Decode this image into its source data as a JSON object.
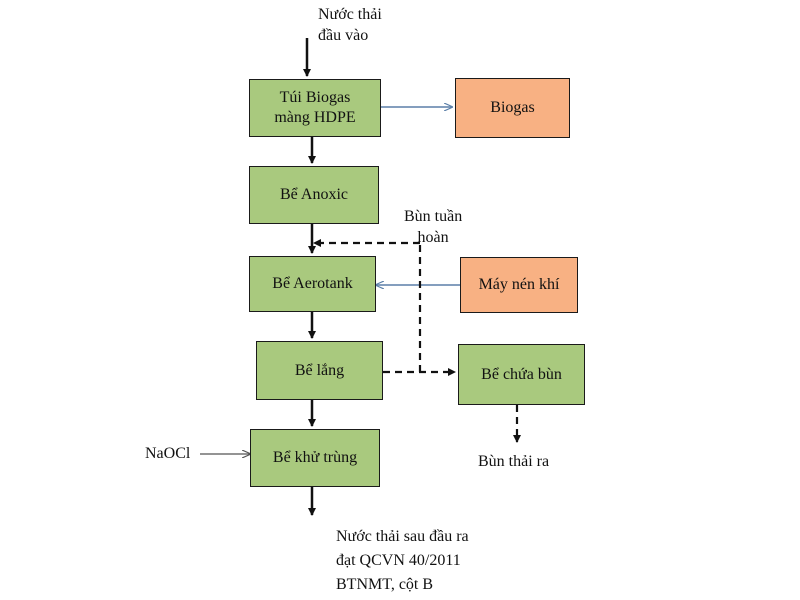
{
  "colors": {
    "process_fill": "#a9c97e",
    "output_fill": "#f8b183",
    "gas_arrow": "#5b7fa8",
    "line": "#111111"
  },
  "nodes": {
    "biogas_bag": "Túi Biogas\nmàng HDPE",
    "biogas": "Biogas",
    "anoxic": "Bể Anoxic",
    "aerotank": "Bể Aerotank",
    "air_compressor": "Máy nén khí",
    "settling": "Bể lắng",
    "sludge_tank": "Bể chứa bùn",
    "disinfection": "Bể khử trùng"
  },
  "labels": {
    "influent": "Nước thải\nđầu vào",
    "return_sludge": "Bùn tuần\nhoàn",
    "sludge_out": "Bùn thải ra",
    "naocl": "NaOCl",
    "effluent": "Nước thải sau đầu ra\nđạt QCVN 40/2011\nBTNMT,  cột B"
  }
}
